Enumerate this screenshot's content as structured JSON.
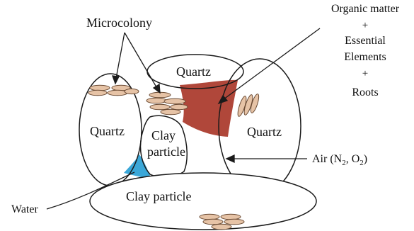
{
  "labels": {
    "microcolony": "Microcolony",
    "quartz_top": "Quartz",
    "quartz_left": "Quartz",
    "quartz_right": "Quartz",
    "clay_small_line1": "Clay",
    "clay_small_line2": "particle",
    "clay_large": "Clay particle",
    "water": "Water",
    "organic_line1": "Organic matter",
    "organic_plus1": "+",
    "organic_line2": "Essential",
    "organic_line3": "Elements",
    "organic_plus2": "+",
    "organic_line4": "Roots",
    "air_prefix": "Air (N",
    "air_sub1": "2",
    "air_mid": ", O",
    "air_sub2": "2",
    "air_suffix": ")"
  },
  "colors": {
    "organic_matter": "#b0473a",
    "water": "#3aa7d8",
    "bacteria_fill": "#e6c3a6",
    "outline": "#1a1a1a"
  }
}
